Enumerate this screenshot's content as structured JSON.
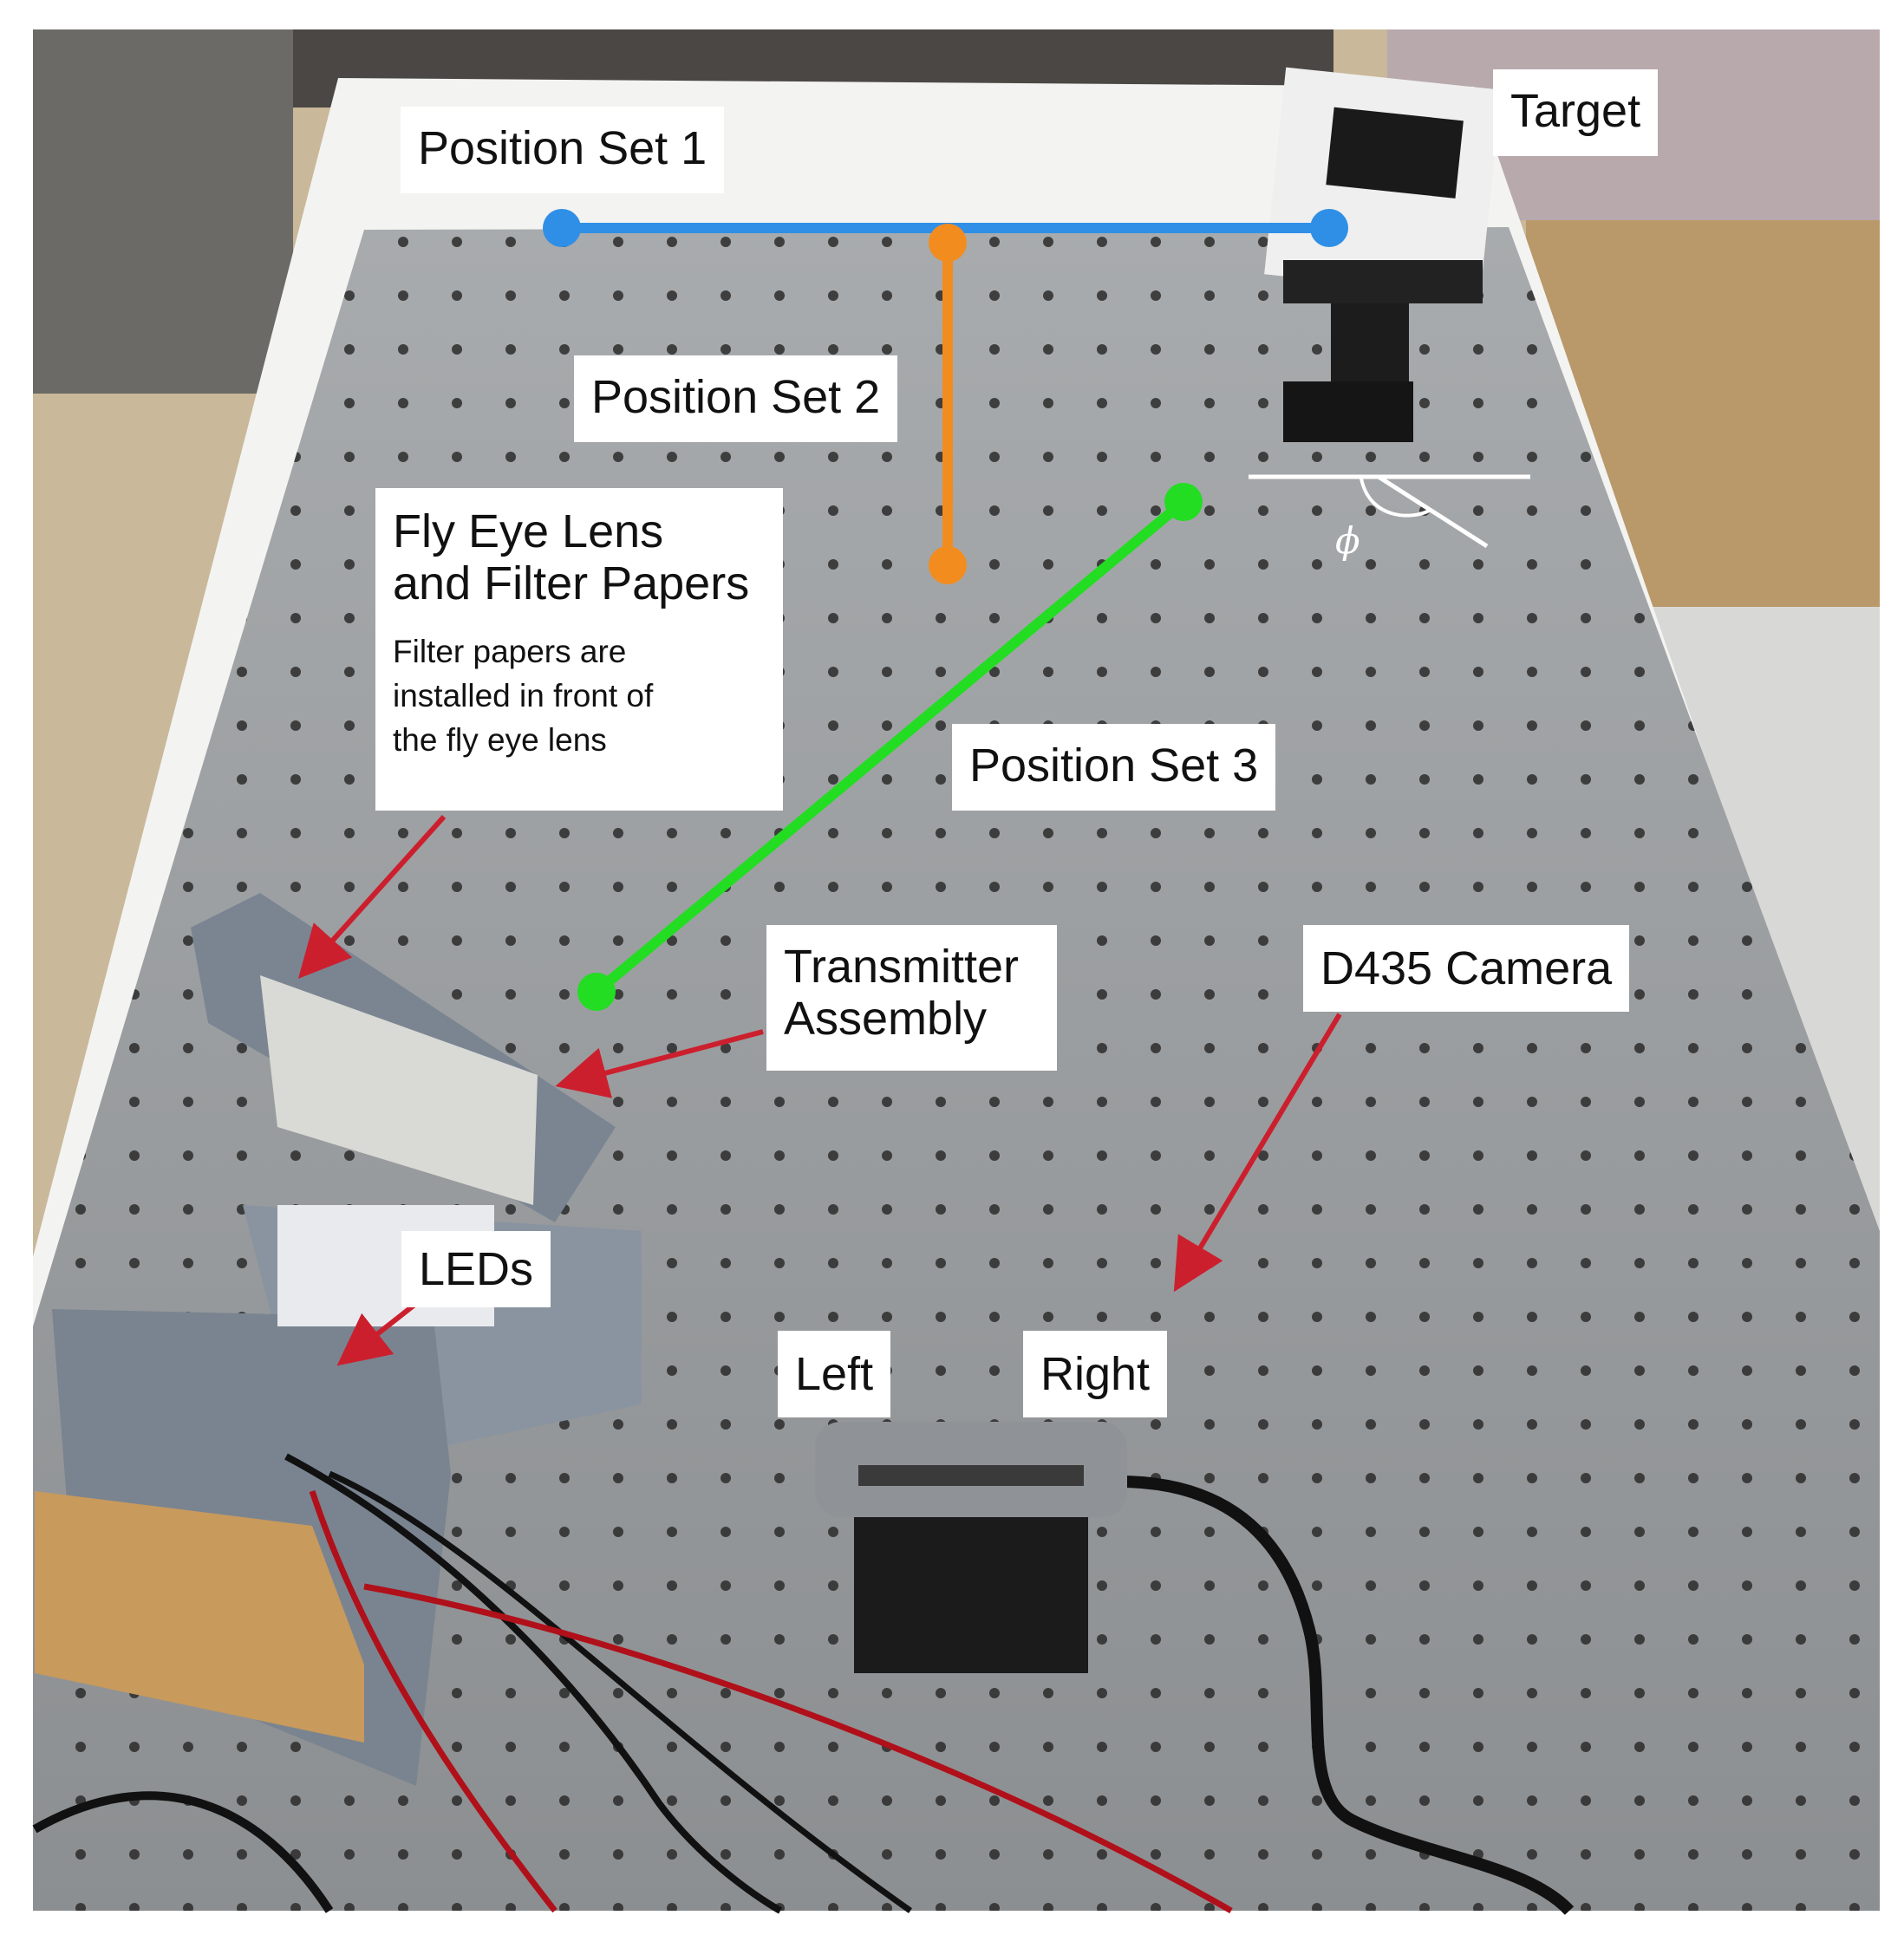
{
  "photo": {
    "description_tag": "optical-table-experiment-setup"
  },
  "labels": {
    "position_set_1": "Position Set 1",
    "position_set_2": "Position Set 2",
    "position_set_3": "Position Set 3",
    "target": "Target",
    "fly_eye_title_line1": "Fly Eye Lens",
    "fly_eye_title_line2": "and Filter Papers",
    "fly_eye_note_line1": "Filter papers are",
    "fly_eye_note_line2": "installed in front of",
    "fly_eye_note_line3": "the fly eye lens",
    "transmitter_line1": "Transmitter",
    "transmitter_line2": "Assembly",
    "d435_camera": "D435 Camera",
    "leds": "LEDs",
    "left": "Left",
    "right": "Right",
    "angle_symbol": "ϕ"
  },
  "colors": {
    "position_set_1_line": "#2f8fe6",
    "position_set_2_line": "#f28c1e",
    "position_set_3_line": "#22dd22",
    "arrow": "#cc1f2e",
    "table_surface": "#9a9d9f",
    "floor": "#c9b89a"
  }
}
